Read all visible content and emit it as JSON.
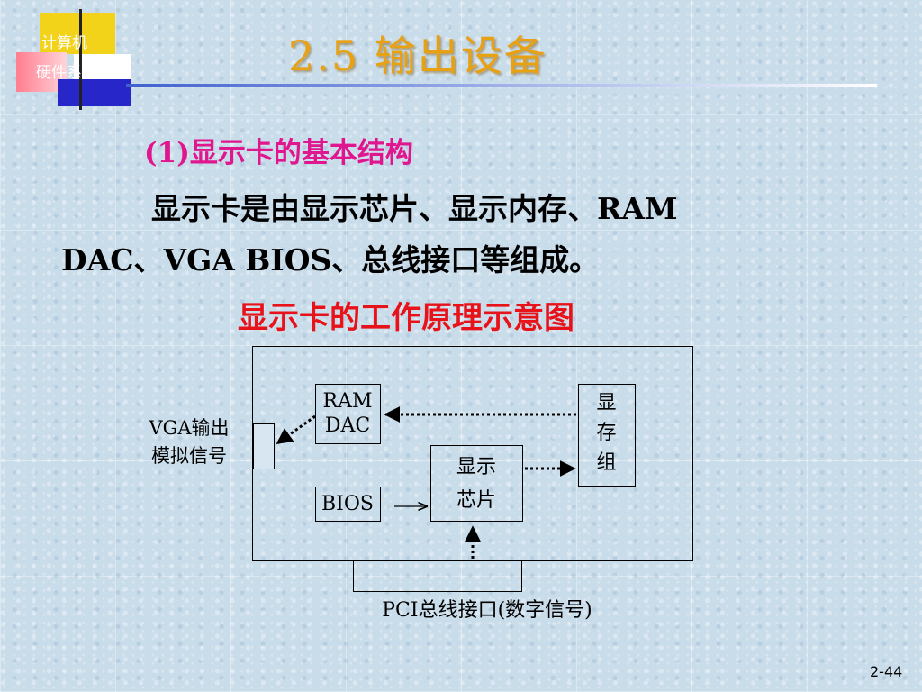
{
  "logo": {
    "line1": "计算机",
    "line2": "硬件系统"
  },
  "slide": {
    "title": "2.5 输出设备",
    "subheading": "(1)显示卡的基本结构",
    "body_line1": "显示卡是由显示芯片、显示内存、RAM",
    "body_line2": "DAC、VGA BIOS、总线接口等组成。",
    "page_number": "2-44"
  },
  "diagram": {
    "title": "显示卡的工作原理示意图",
    "ramdac": {
      "line1": "RAM",
      "line2": "DAC"
    },
    "bios": "BIOS",
    "chip": {
      "line1": "显示",
      "line2": "芯片"
    },
    "memory": {
      "line1": "显",
      "line2": "存",
      "line3": "组"
    },
    "vga_label": {
      "line1": "VGA输出",
      "line2": "模拟信号"
    },
    "pci_label": "PCI总线接口(数字信号)"
  },
  "colors": {
    "title": "#e8a112",
    "subheading": "#e0168f",
    "diagram_title": "#e8121a"
  }
}
